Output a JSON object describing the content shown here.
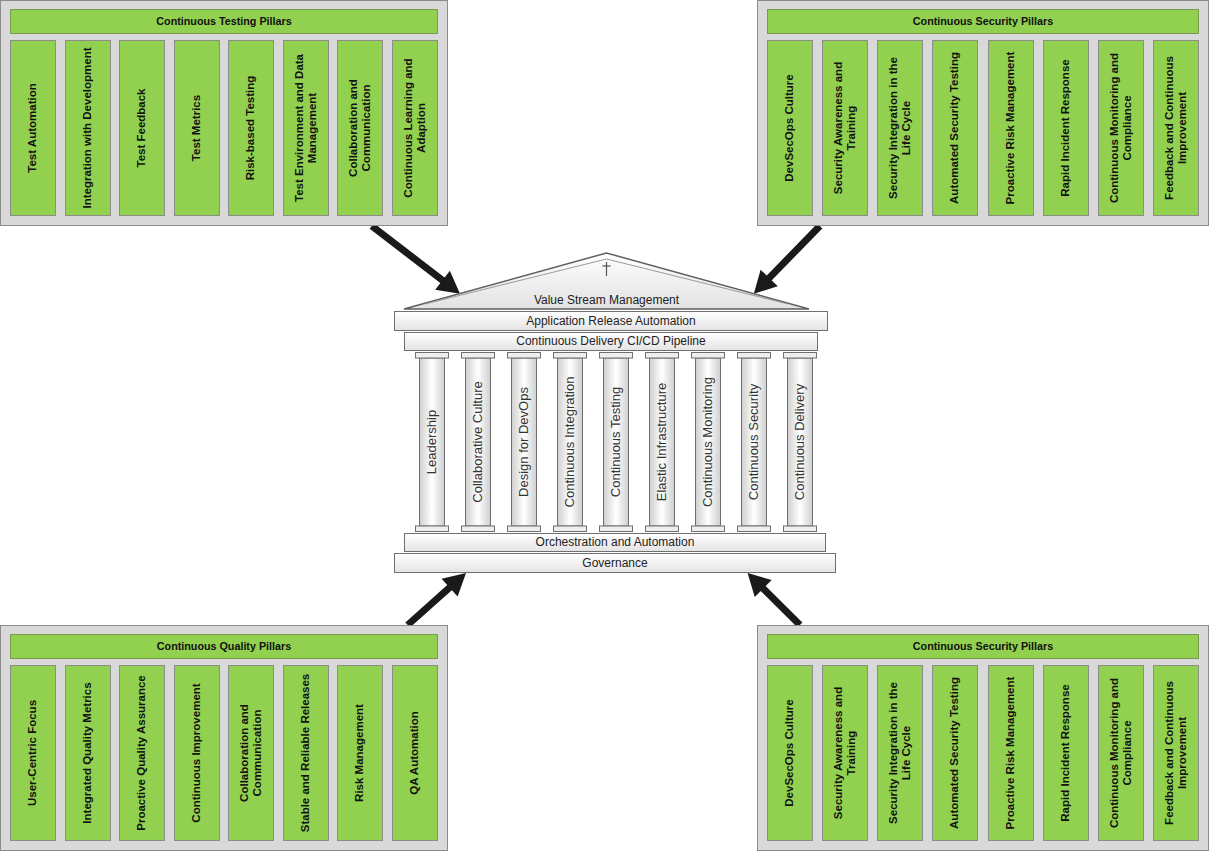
{
  "diagram": {
    "nodes": [
      {
        "text": [
          "Continuous Testing Pillars"
        ]
      },
      {
        "text": [
          "Test Automation"
        ],
        "in": 0
      },
      {
        "text": [
          "Integration with Development"
        ],
        "in": 0
      },
      {
        "text": [
          "Test Feedback"
        ],
        "in": 0
      },
      {
        "text": [
          "Test Metrics"
        ],
        "in": 0
      },
      {
        "text": [
          "Risk-based Testing"
        ],
        "in": 0
      },
      {
        "text": [
          "Test Environment and Data Management"
        ],
        "in": 0
      },
      {
        "text": [
          "Collaboration and Communication"
        ],
        "in": 0
      },
      {
        "text": [
          "Continuous Learning and Adaption"
        ],
        "in": 0
      },
      {
        "text": [
          "Continuous Security Pillars"
        ]
      },
      {
        "text": [
          "DevSecOps Culture"
        ],
        "in": 9
      },
      {
        "text": [
          "Security Awareness and Training"
        ],
        "in": 9
      },
      {
        "text": [
          "Security Integration in the Life Cycle"
        ],
        "in": 9
      },
      {
        "text": [
          "Automated Security Testing"
        ],
        "in": 9
      },
      {
        "text": [
          "Proactive Risk Management"
        ],
        "in": 9
      },
      {
        "text": [
          "Rapid Incident Response"
        ],
        "in": 9
      },
      {
        "text": [
          "Continuous Monitoring and Compliance"
        ],
        "in": 9
      },
      {
        "text": [
          "Feedback and Continuous Improvement"
        ],
        "in": 9
      },
      {
        "text": [
          "Value Stream Management"
        ]
      },
      {
        "text": [
          "Application Release Automation"
        ]
      },
      {
        "text": [
          "Continuous Delivery CI/CD Pipeline"
        ]
      },
      {
        "text": [
          "Leadership"
        ]
      },
      {
        "text": [
          "Collaborative Culture"
        ]
      },
      {
        "text": [
          "Design for DevOps"
        ]
      },
      {
        "text": [
          "Continuous Integration"
        ]
      },
      {
        "text": [
          "Continuous Testing"
        ]
      },
      {
        "text": [
          "Elastic Infrastructure"
        ]
      },
      {
        "text": [
          "Continuous Monitoring"
        ]
      },
      {
        "text": [
          "Continuous Security"
        ]
      },
      {
        "text": [
          "Continuous Delivery"
        ]
      },
      {
        "text": [
          "Orchestration and Automation"
        ]
      },
      {
        "text": [
          "Governance"
        ]
      },
      {
        "text": [
          "Continuous Quality Pillars"
        ]
      },
      {
        "text": [
          "User-Centric Focus"
        ],
        "in": 32
      },
      {
        "text": [
          "Integrated Quality Metrics"
        ],
        "in": 32
      },
      {
        "text": [
          "Proactive Quality Assurance"
        ],
        "in": 32
      },
      {
        "text": [
          "Continuous Improvement"
        ],
        "in": 32
      },
      {
        "text": [
          "Collaboration and Communication"
        ],
        "in": 32
      },
      {
        "text": [
          "Stable and Reliable Releases"
        ],
        "in": 32
      },
      {
        "text": [
          "Risk Management"
        ],
        "in": 32
      },
      {
        "text": [
          "QA Automation"
        ],
        "in": 32
      },
      {
        "text": [
          "Continuous Security Pillars"
        ]
      },
      {
        "text": [
          "DevSecOps Culture"
        ],
        "in": 41
      },
      {
        "text": [
          "Security Awareness and Training"
        ],
        "in": 41
      },
      {
        "text": [
          "Security Integration in the Life Cycle"
        ],
        "in": 41
      },
      {
        "text": [
          "Automated Security Testing"
        ],
        "in": 41
      },
      {
        "text": [
          "Proactive Risk Management"
        ],
        "in": 41
      },
      {
        "text": [
          "Rapid Incident Response"
        ],
        "in": 41
      },
      {
        "text": [
          "Continuous Monitoring and Compliance"
        ],
        "in": 41
      },
      {
        "text": [
          "Feedback and Continuous Improvement"
        ],
        "in": 41
      }
    ],
    "edges": [
      {
        "from": 0,
        "to": 18,
        "arrow": "to"
      },
      {
        "from": 9,
        "to": 18,
        "arrow": "to"
      },
      {
        "from": 32,
        "to": 31,
        "arrow": "to"
      },
      {
        "from": 41,
        "to": 31,
        "arrow": "to"
      }
    ]
  }
}
